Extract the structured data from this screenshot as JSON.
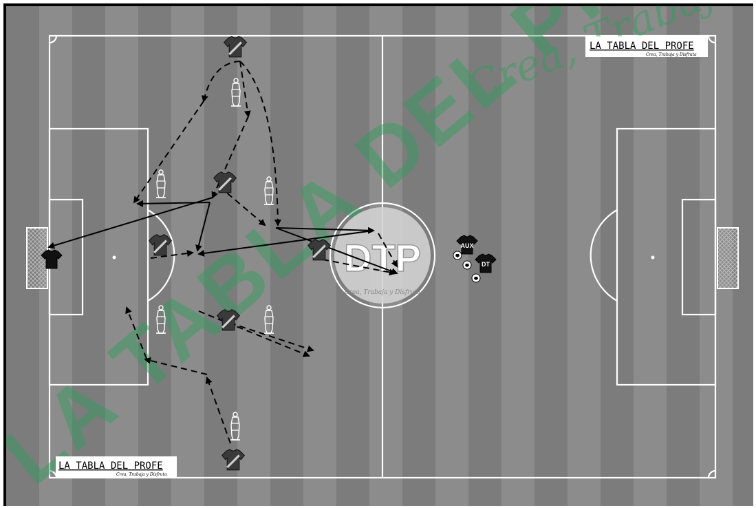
{
  "logo_top_right": {
    "title": "LA TABLA DEL PROFE",
    "tagline": "Crea, Trabaja y Disfruta"
  },
  "logo_bottom_left": {
    "title": "LA TABLA DEL PROFE",
    "tagline": "Crea, Trabaja y Disfruta"
  },
  "center_emblem": {
    "letters": "DTP",
    "tagline": "Crea, Trabaja y Disfruta"
  },
  "staff": [
    {
      "label": "AUX"
    },
    {
      "label": "DT"
    }
  ],
  "watermark": {
    "text": "LA TABLA DEL PROFE",
    "script": "Crea, Trabaja y Disfruta"
  },
  "colors": {
    "field_dark": "#6f6f6f",
    "field_light": "#8c8c8c",
    "lines": "#ffffff",
    "arrows": "#000000",
    "watermark": "#2e9e5b"
  },
  "icons": [
    "jersey-icon",
    "mannequin-icon",
    "goal-icon",
    "ball-icon",
    "arrow-icon"
  ]
}
